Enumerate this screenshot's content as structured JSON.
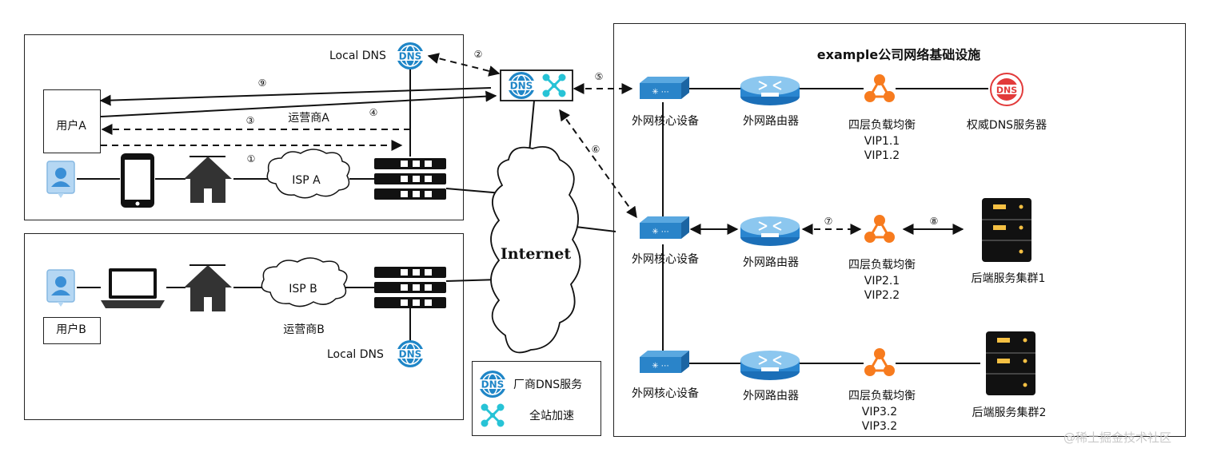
{
  "infra_title": "example公司网络基础设施",
  "user_a": "用户A",
  "user_b": "用户B",
  "isp_a": "ISP A",
  "isp_b": "ISP B",
  "carrier_a": "运营商A",
  "carrier_b": "运营商B",
  "local_dns": "Local DNS",
  "internet": "Internet",
  "core_device": "外网核心设备",
  "router": "外网路由器",
  "l4_lb": "四层负载均衡",
  "auth_dns": "权威DNS服务器",
  "vip_row1": [
    "VIP1.1",
    "VIP1.2"
  ],
  "vip_row2": [
    "VIP2.1",
    "VIP2.2"
  ],
  "vip_row3": [
    "VIP3.2",
    "VIP3.2"
  ],
  "backend_cluster_1": "后端服务集群1",
  "backend_cluster_2": "后端服务集群2",
  "legend": {
    "vendor_dns": "厂商DNS服务",
    "full_site_accel": "全站加速"
  },
  "steps": [
    "①",
    "②",
    "③",
    "④",
    "⑤",
    "⑥",
    "⑦",
    "⑧",
    "⑨"
  ],
  "watermark": "@稀土掘金技术社区",
  "colors": {
    "dns_blue": "#1f86c7",
    "accel_teal": "#27c3d6",
    "lb_orange": "#f77b1e",
    "auth_dns_red": "#e23b3b",
    "device_blue": "#2a84c9"
  }
}
